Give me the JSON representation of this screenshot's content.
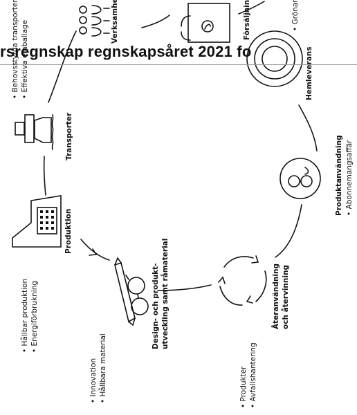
{
  "header": {
    "text": "rsregnskap regnskapsåret 2021 fo"
  },
  "stages": {
    "verksamhet": {
      "label": "Verksamhet"
    },
    "forsaljning": {
      "label": "Försäljning"
    },
    "hemleverans": {
      "label": "Hemleverans"
    },
    "produktanvandning": {
      "label": "Produktanvändning",
      "bullets": [
        "Abonnemangsaffär"
      ]
    },
    "ateranvandning": {
      "label_line1": "Återanvändning",
      "label_line2": "och återvinning"
    },
    "produkter": {
      "bullets": [
        "Produkter",
        "Avfallshantering"
      ]
    },
    "design": {
      "label_line1": "Design- och produkt-",
      "label_line2": "utveckling samt råmaterial"
    },
    "innovation": {
      "bullets": [
        "Innovation",
        "Hållbara material"
      ]
    },
    "produktion": {
      "label": "Produktion",
      "bullets": [
        "Hållbar produktion",
        "Energiförbrukning"
      ]
    },
    "transporter": {
      "label": "Transporter",
      "bullets": [
        "Behovsstyrda transporter",
        "Effektiva emballage"
      ]
    },
    "gronare": {
      "bullets": [
        "Grönare"
      ]
    }
  },
  "icons": {
    "people": "people-icon",
    "bag": "shopping-bag-icon",
    "delivery": "delivery-target-icon",
    "face": "face-glasses-icon",
    "recycle": "recycle-arrows-icon",
    "pencil": "pencil-glasses-icon",
    "factory": "factory-icon",
    "truck": "truck-icon"
  }
}
